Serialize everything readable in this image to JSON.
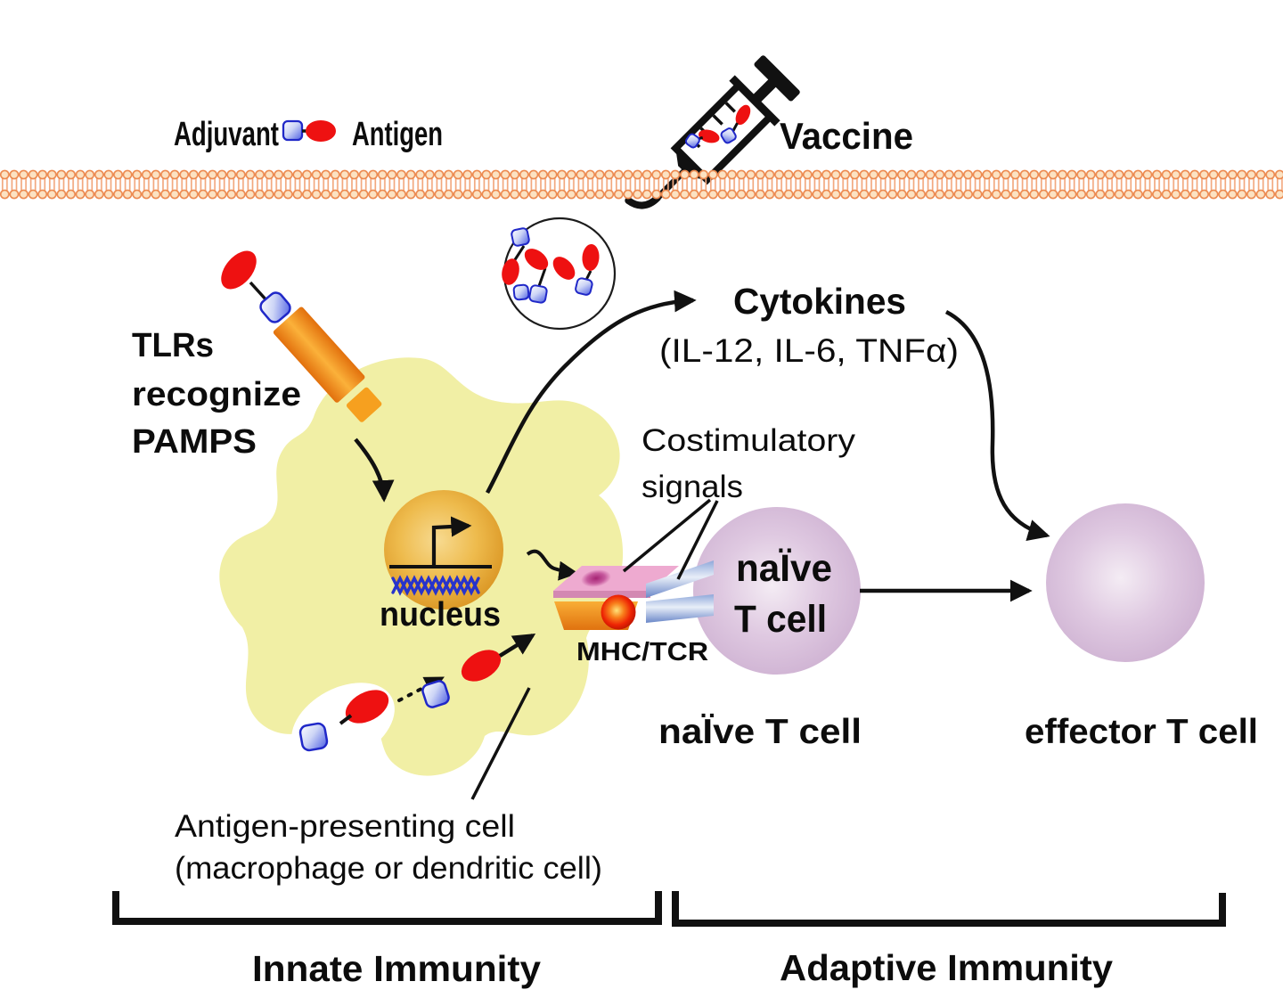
{
  "figure": {
    "title_implicit": "Vaccine adjuvant mechanism: innate and adaptive immunity",
    "legend": {
      "adjuvant_label": "Adjuvant",
      "antigen_label": "Antigen"
    },
    "vaccine_label": "Vaccine",
    "tlr_text": {
      "line1": "TLRs",
      "line2": "recognize",
      "line3": "PAMPS"
    },
    "cytokines": {
      "title": "Cytokines",
      "subtitle": "(IL-12, IL-6, TNFα)"
    },
    "costimulatory": {
      "line1": "Costimulatory",
      "line2": "signals"
    },
    "nucleus_label": "nucleus",
    "mhc_tcr_label": "MHC/TCR",
    "naive_t_cell": {
      "line1": "naÏve",
      "line2": "T cell",
      "caption": "naÏve  T cell"
    },
    "effector_t_cell_caption": "effector T cell",
    "apc_caption": {
      "line1": "Antigen-presenting cell",
      "line2": "(macrophage or dendritic cell)"
    },
    "sections": {
      "innate": "Innate Immunity",
      "adaptive": "Adaptive Immunity"
    },
    "colors": {
      "membrane_orange": "#ec8a50",
      "apc_cell_yellow": "#f1efa5",
      "nucleus_orange": "#e2a32c",
      "t_cell_purple": "#d5bad8",
      "antigen_red": "#ee1111",
      "adjuvant_blue": "#3a49dd",
      "tlr_rod_orange": "#f08c13",
      "mhc_pink": "#eeaad0",
      "tcr_blue": "#93aedd",
      "line_black": "#111111"
    }
  }
}
